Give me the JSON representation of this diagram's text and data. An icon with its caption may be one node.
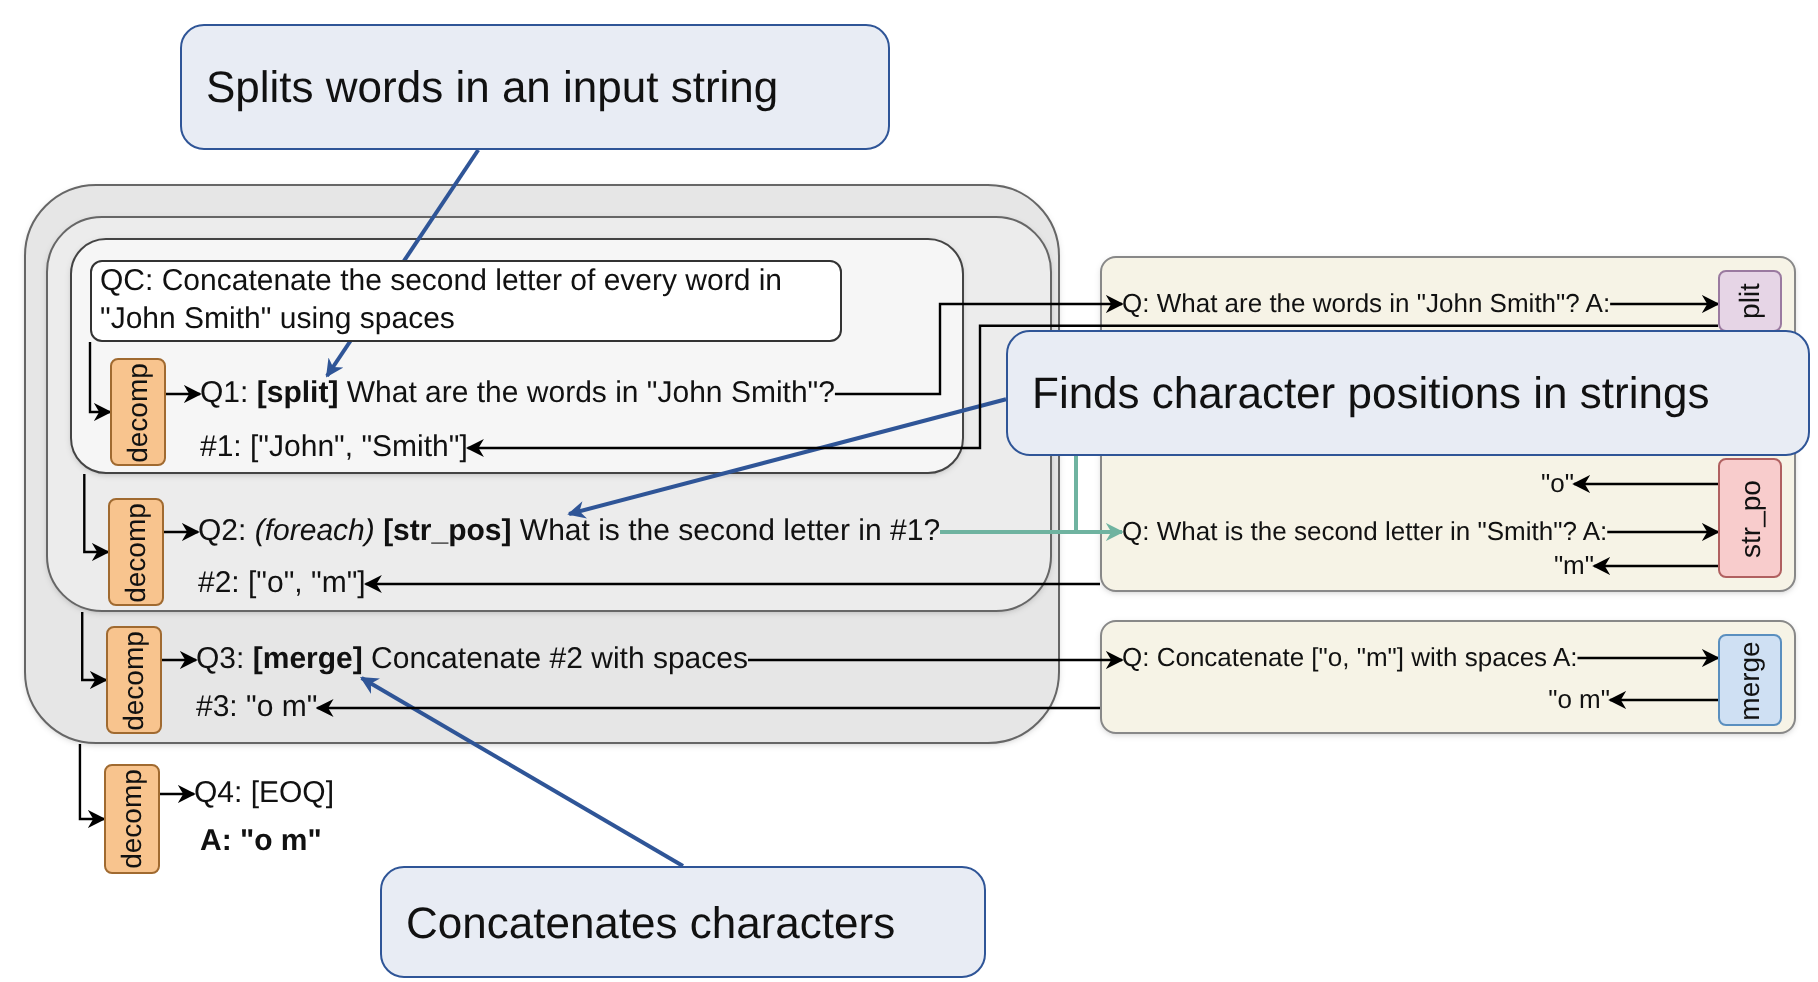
{
  "diagram": {
    "nodes": [
      {
        "text": [
          "Splits words in an input string"
        ]
      },
      {
        "text": [
          "Finds character positions in strings"
        ]
      },
      {
        "text": [
          "Concatenates characters"
        ]
      },
      {
        "text": [],
        "shape": "box"
      },
      {
        "text": [],
        "in": 3,
        "shape": "box"
      },
      {
        "text": [],
        "in": 4,
        "shape": "box"
      },
      {
        "text": [
          "QC: Concatenate the second letter of every word in \"John Smith\" using spaces"
        ],
        "in": 5
      },
      {
        "text": [
          "decomp"
        ],
        "in": 5
      },
      {
        "text": [
          "Q1: **[split]** What are the words in \"John Smith\"?"
        ],
        "in": 5
      },
      {
        "text": [
          "#1: [\"John\", \"Smith\"]"
        ],
        "in": 5
      },
      {
        "text": [
          "decomp"
        ],
        "in": 4
      },
      {
        "text": [
          "Q2: *(foreach)* **[str_pos]** What is the second letter in #1?"
        ],
        "in": 4
      },
      {
        "text": [
          "#2: [\"o\", \"m\"]"
        ],
        "in": 4
      },
      {
        "text": [
          "decomp"
        ],
        "in": 3
      },
      {
        "text": [
          "Q3: **[merge]** Concatenate #2 with spaces"
        ],
        "in": 3
      },
      {
        "text": [
          "#3: \"o m\""
        ],
        "in": 3
      },
      {
        "text": [
          "decomp"
        ]
      },
      {
        "text": [
          "Q4: [EOQ]"
        ]
      },
      {
        "text": [
          "A: \"o m\""
        ]
      },
      {
        "text": [],
        "shape": "box"
      },
      {
        "text": [
          "Q: What are the words in \"John Smith\"? A:"
        ],
        "in": 19
      },
      {
        "text": [
          "plit"
        ],
        "in": 19
      },
      {
        "text": [
          "\"o\""
        ],
        "in": 19
      },
      {
        "text": [
          "Q: What is the second letter in \"Smith\"? A:"
        ],
        "in": 19
      },
      {
        "text": [
          "\"m\""
        ],
        "in": 19
      },
      {
        "text": [
          "str_po"
        ],
        "in": 19
      },
      {
        "text": [],
        "shape": "box"
      },
      {
        "text": [
          "Q: Concatenate [\"o, \"m\"] with spaces A:"
        ],
        "in": 26
      },
      {
        "text": [
          "\"o m\""
        ],
        "in": 26
      },
      {
        "text": [
          "merge"
        ],
        "in": 26
      }
    ],
    "edges": [
      {
        "from": 0,
        "to": 8,
        "arrow": "to",
        "color": "#2f5597"
      },
      {
        "from": 1,
        "to": 11,
        "arrow": "to",
        "color": "#2f5597"
      },
      {
        "from": 2,
        "to": 14,
        "arrow": "to",
        "color": "#2f5597"
      },
      {
        "from": 6,
        "to": 7,
        "arrow": "to"
      },
      {
        "from": 7,
        "to": 8,
        "arrow": "to"
      },
      {
        "from": 5,
        "to": 10,
        "arrow": "to"
      },
      {
        "from": 10,
        "to": 11,
        "arrow": "to"
      },
      {
        "from": 4,
        "to": 13,
        "arrow": "to"
      },
      {
        "from": 13,
        "to": 14,
        "arrow": "to"
      },
      {
        "from": 3,
        "to": 16,
        "arrow": "to"
      },
      {
        "from": 16,
        "to": 17,
        "arrow": "to"
      },
      {
        "from": 8,
        "to": 20,
        "arrow": "to"
      },
      {
        "from": 21,
        "to": 9,
        "arrow": "to"
      },
      {
        "from": 20,
        "to": 21,
        "arrow": "to"
      },
      {
        "from": 11,
        "to": 23,
        "arrow": "to",
        "color": "#6fb3a0"
      },
      {
        "from": 25,
        "to": 22,
        "arrow": "to"
      },
      {
        "from": 23,
        "to": 25,
        "arrow": "to"
      },
      {
        "from": 25,
        "to": 24,
        "arrow": "to"
      },
      {
        "from": 19,
        "to": 12,
        "arrow": "to"
      },
      {
        "from": 14,
        "to": 27,
        "arrow": "to"
      },
      {
        "from": 27,
        "to": 29,
        "arrow": "to"
      },
      {
        "from": 29,
        "to": 28,
        "arrow": "to"
      },
      {
        "from": 26,
        "to": 15,
        "arrow": "to"
      },
      {
        "from": 11,
        "to": 1,
        "arrow": "none",
        "color": "#6fb3a0"
      }
    ]
  }
}
